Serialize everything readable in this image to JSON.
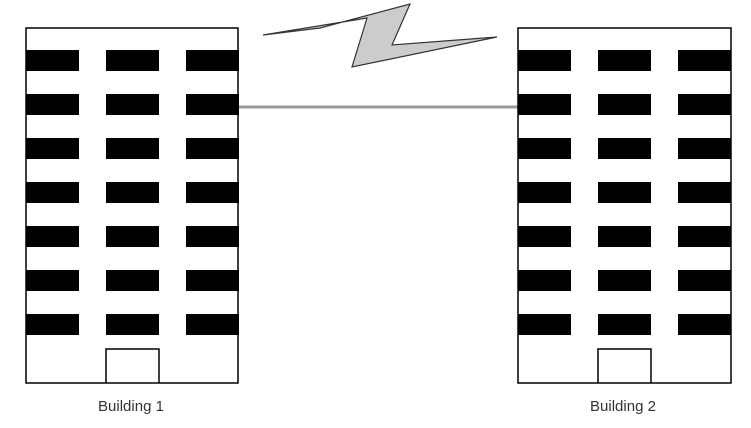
{
  "buildings": [
    {
      "label": "Building 1",
      "floors": 7,
      "windows_per_floor": 3
    },
    {
      "label": "Building 2",
      "floors": 7,
      "windows_per_floor": 3
    }
  ],
  "connections": [
    {
      "type": "wireless-link",
      "icon": "lightning-bolt-icon"
    },
    {
      "type": "wired-link",
      "icon": "cable-line"
    }
  ],
  "colors": {
    "outline": "#000000",
    "window": "#000000",
    "wired_link": "#999999",
    "bolt_fill": "#cccccc",
    "bolt_stroke": "#333333",
    "label": "#333333"
  }
}
